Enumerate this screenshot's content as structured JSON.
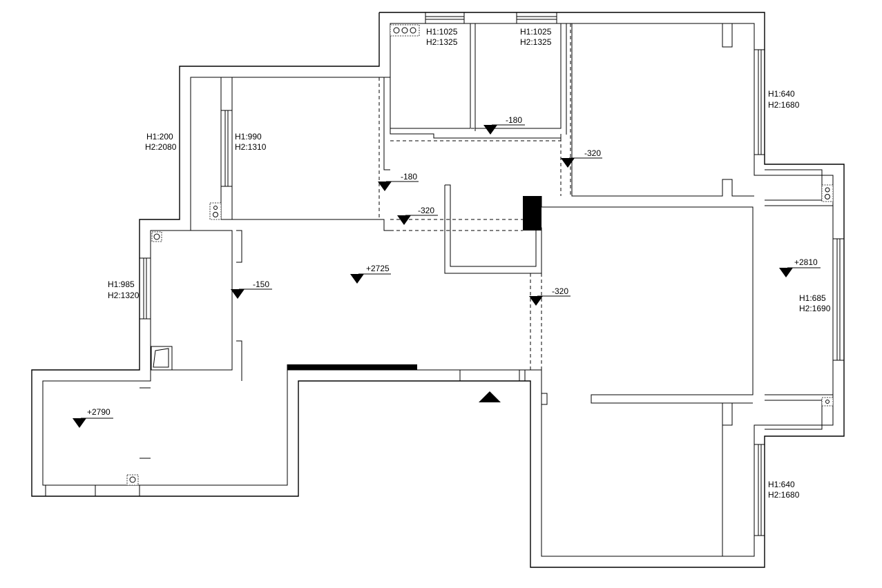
{
  "window_labels": [
    {
      "id": "win-top-left",
      "h1": "H1:1025",
      "h2": "H2:1325"
    },
    {
      "id": "win-top-mid",
      "h1": "H1:1025",
      "h2": "H2:1325"
    },
    {
      "id": "win-right-upper",
      "h1": "H1:640",
      "h2": "H2:1680"
    },
    {
      "id": "win-left-corridor",
      "h1": "H1:200",
      "h2": "H2:2080"
    },
    {
      "id": "win-left-room",
      "h1": "H1:990",
      "h2": "H2:1310"
    },
    {
      "id": "win-kitchen",
      "h1": "H1:985",
      "h2": "H2:1320"
    },
    {
      "id": "win-right-balcony",
      "h1": "H1:685",
      "h2": "H2:1690"
    },
    {
      "id": "win-right-lower",
      "h1": "H1:640",
      "h2": "H2:1680"
    }
  ],
  "level_marks": [
    {
      "id": "lvl-top-hall",
      "text": "-180"
    },
    {
      "id": "lvl-right-corridor",
      "text": "-320"
    },
    {
      "id": "lvl-left-door",
      "text": "-180"
    },
    {
      "id": "lvl-corridor-mid",
      "text": "-320"
    },
    {
      "id": "lvl-living",
      "text": "+2725"
    },
    {
      "id": "lvl-kitchen",
      "text": "-150"
    },
    {
      "id": "lvl-center",
      "text": "-320"
    },
    {
      "id": "lvl-balcony-right",
      "text": "+2810"
    },
    {
      "id": "lvl-balcony-left",
      "text": "+2790"
    }
  ]
}
